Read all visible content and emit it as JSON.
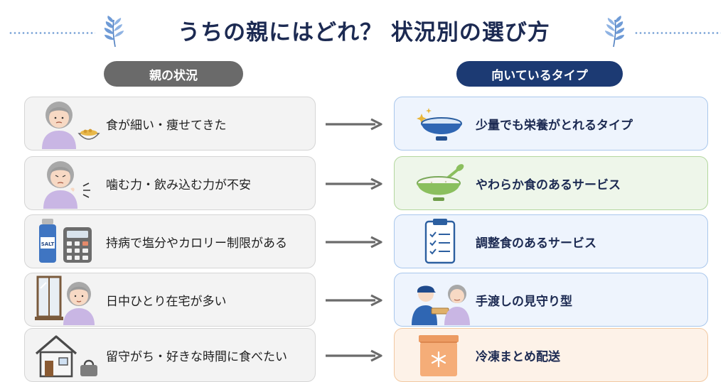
{
  "title": "うちの親にはどれ？ 状況別の選び方",
  "headers": {
    "left": "親の状況",
    "right": "向いているタイプ"
  },
  "rows": [
    {
      "situation": "食が細い・痩せてきた",
      "type": "少量でも栄養がとれるタイプ",
      "situation_icon": "elderly-woman-eating-icon",
      "type_icon": "small-bowl-icon",
      "tone": "blue"
    },
    {
      "situation": "噛む力・飲み込む力が不安",
      "type": "やわらか食のあるサービス",
      "situation_icon": "elderly-woman-worried-icon",
      "type_icon": "porridge-bowl-icon",
      "tone": "green"
    },
    {
      "situation": "持病で塩分やカロリー制限がある",
      "type": "調整食のあるサービス",
      "situation_icon": "salt-and-calculator-icon",
      "type_icon": "clipboard-checklist-icon",
      "tone": "blue"
    },
    {
      "situation": "日中ひとり在宅が多い",
      "type": "手渡しの見守り型",
      "situation_icon": "elderly-woman-at-window-icon",
      "type_icon": "delivery-handover-icon",
      "tone": "blue"
    },
    {
      "situation": "留守がち・好きな時間に食べたい",
      "type": "冷凍まとめ配送",
      "situation_icon": "house-and-bag-icon",
      "type_icon": "frozen-box-icon",
      "tone": "orange"
    }
  ],
  "labels": {
    "salt": "SALT"
  },
  "colors": {
    "title": "#1c2a52",
    "header_left": "#6a6a6a",
    "header_right": "#1c3a73",
    "arrow": "#6b6b6b"
  }
}
